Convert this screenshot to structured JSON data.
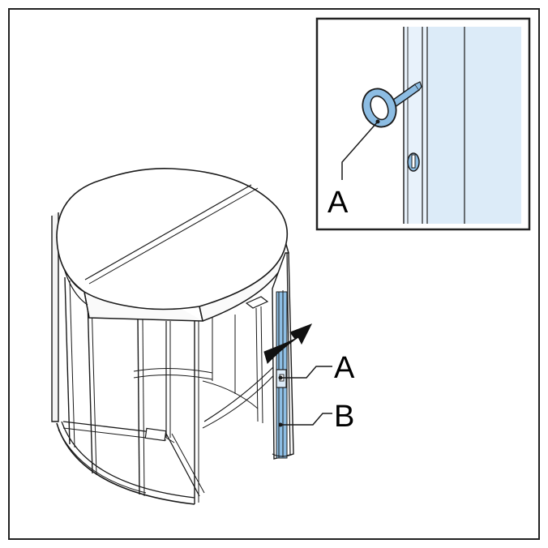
{
  "labels": {
    "inset_key": "A",
    "callout_key": "A",
    "callout_edge": "B"
  },
  "colors": {
    "frame": "#222222",
    "highlight_blue": "#8dbde3",
    "glass_blue": "#dcebf8",
    "line": "#1a1a1a",
    "arrow": "#111111"
  },
  "icons": {
    "key": "emergency-release-key-icon",
    "lock": "lock-cylinder-icon",
    "arrow": "curved-arrow-icon"
  }
}
